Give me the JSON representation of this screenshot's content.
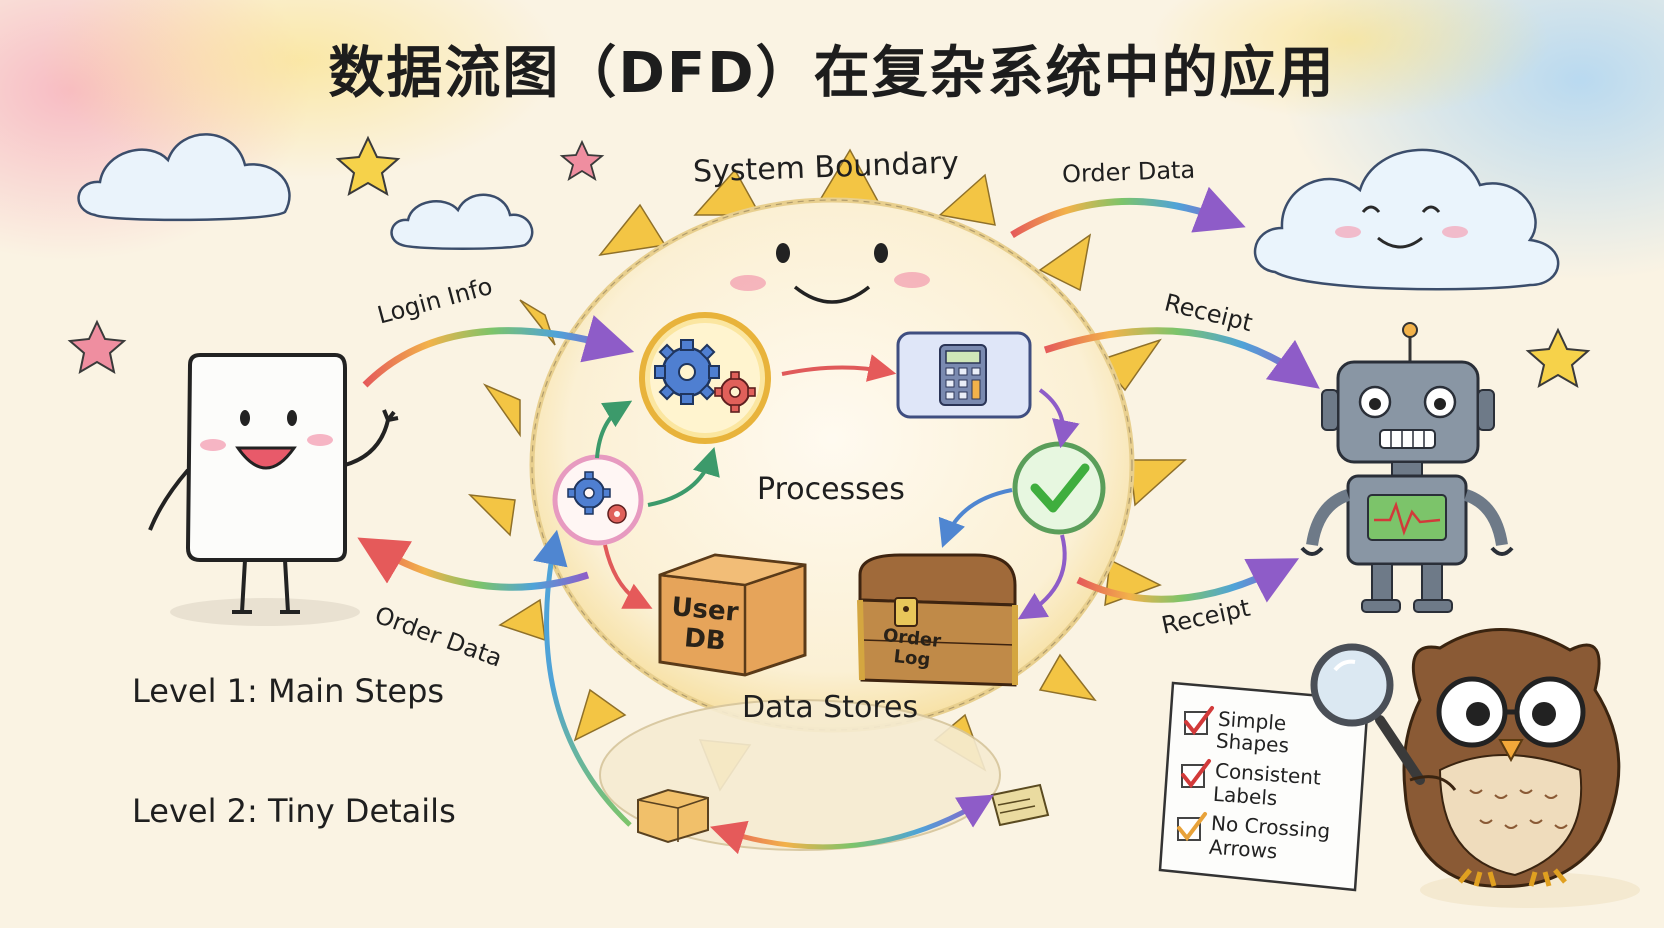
{
  "title": "数据流图（DFD）在复杂系统中的应用",
  "labels": {
    "system_boundary": "System Boundary",
    "processes": "Processes",
    "data_stores": "Data Stores",
    "level1": "Level 1: Main Steps",
    "level2": "Level 2: Tiny Details"
  },
  "flows": {
    "login_info": "Login Info",
    "order_data_out": "Order Data",
    "order_data_back": "Order Data",
    "receipt_top": "Receipt",
    "receipt_bottom": "Receipt"
  },
  "stores": {
    "user_db_line1": "User",
    "user_db_line2": "DB",
    "order_log_line1": "Order",
    "order_log_line2": "Log"
  },
  "checklist": [
    {
      "line1": "Simple",
      "line2": "Shapes"
    },
    {
      "line1": "Consistent",
      "line2": "Labels"
    },
    {
      "line1": "No Crossing",
      "line2": "Arrows"
    }
  ],
  "colors": {
    "sun_ray": "#f3c33c",
    "boundary": "#fbf2d6",
    "gear_blue": "#4f7fd1",
    "gear_red": "#e0605a",
    "check_green": "#3fae3e",
    "robot_grey": "#8996a4",
    "owl_brown": "#8a5a35"
  }
}
